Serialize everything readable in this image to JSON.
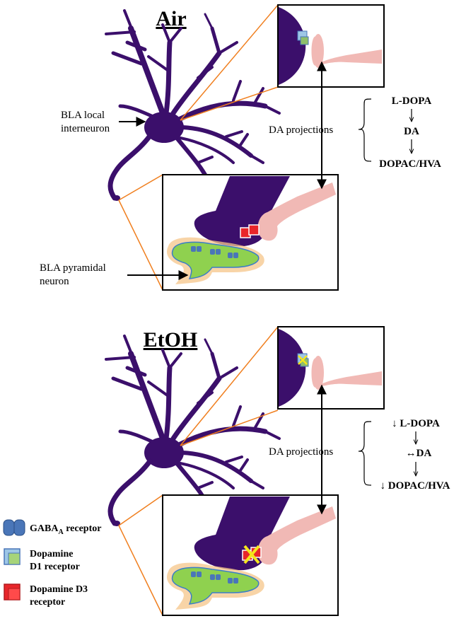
{
  "panels": [
    {
      "id": "air",
      "title": "Air",
      "interneuron_label": [
        "BLA local",
        "interneuron"
      ],
      "pyramidal_label": [
        "BLA pyramidal",
        "neuron"
      ],
      "projections_label": "DA projections",
      "pathway": [
        "L-DOPA",
        "DA",
        "DOPAC/HVA"
      ],
      "receptor_blocked": false
    },
    {
      "id": "etoh",
      "title": "EtOH",
      "projections_label": "DA projections",
      "pathway": [
        "↓ L-DOPA",
        "↔DA",
        "↓ DOPAC/HVA"
      ],
      "receptor_blocked": true
    }
  ],
  "legend": {
    "gaba": {
      "main": "GABA",
      "sub": "A",
      "rest": " receptor"
    },
    "d1": [
      "Dopamine",
      "D1 receptor"
    ],
    "d3": [
      "Dopamine D3",
      "receptor"
    ]
  },
  "colors": {
    "neuron": "#3b0f6b",
    "dopamine_terminal": "#f1b9b5",
    "pyramidal": "#8fd14f",
    "pyramidal_glow": "#f6c58a",
    "callout_line": "#f07f1f",
    "gaba_receptor": "#4a76b8",
    "d1_receptor": "#9ec7e6",
    "d3_receptor": "#e8262a",
    "block_mark": "#f5e61c"
  }
}
